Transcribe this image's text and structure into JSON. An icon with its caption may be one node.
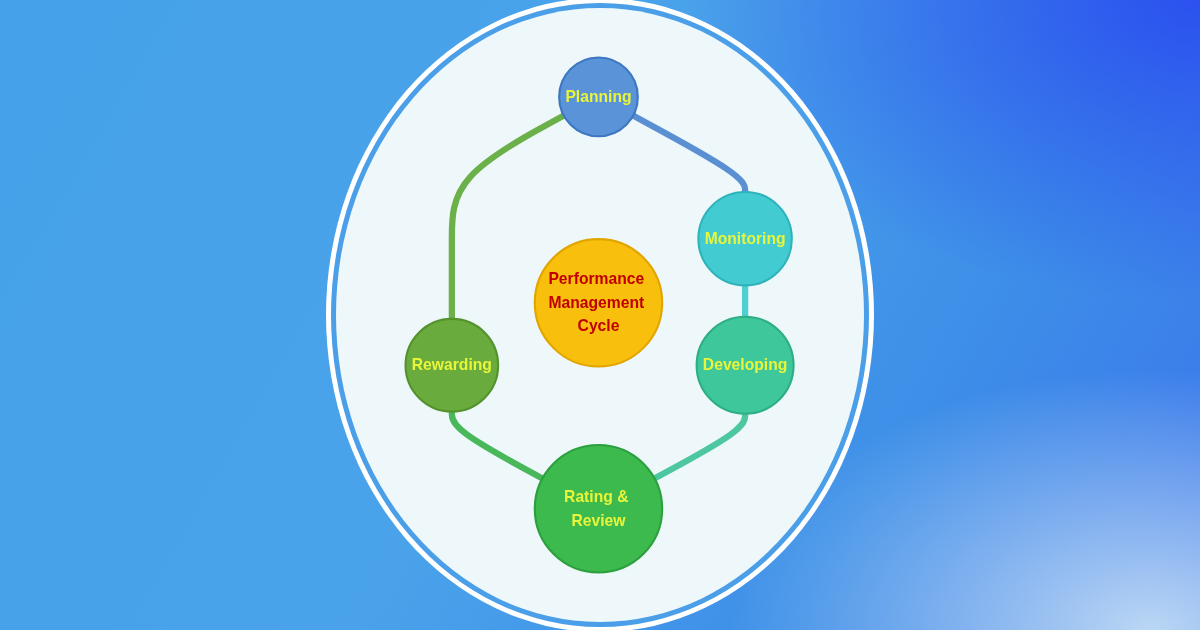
{
  "diagram": {
    "nodes": [
      {
        "text": [
          "Performance Management Cycle"
        ]
      },
      {
        "text": [
          "Planning"
        ]
      },
      {
        "text": [
          "Monitoring"
        ]
      },
      {
        "text": [
          "Developing"
        ]
      },
      {
        "text": [
          "Rating & Review"
        ]
      },
      {
        "text": [
          "Rewarding"
        ]
      }
    ],
    "edges": [
      {
        "from": 1,
        "to": 5,
        "arrow": "none",
        "color": "#6cb04a"
      },
      {
        "from": 5,
        "to": 4,
        "arrow": "none",
        "color": "#48b85a"
      },
      {
        "from": 3,
        "to": 4,
        "arrow": "none",
        "color": "#4cc7a0"
      },
      {
        "from": 2,
        "to": 3,
        "arrow": "none",
        "color": "#4fcfd2"
      },
      {
        "from": 1,
        "to": 2,
        "arrow": "none",
        "color": "#5a8fd2"
      }
    ]
  }
}
